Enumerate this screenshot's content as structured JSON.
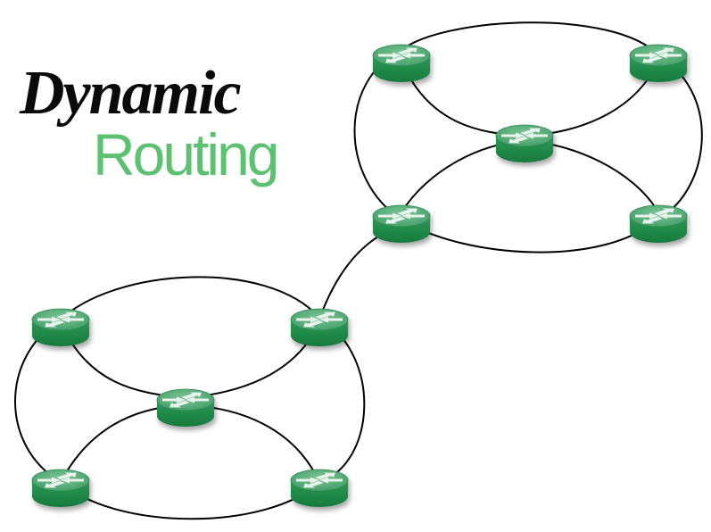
{
  "title": {
    "line1": "Dynamic",
    "line2": "Routing"
  },
  "colors": {
    "title_dark": "#0a0a0a",
    "title_green": "#5cc170",
    "router_top": "#5aa877",
    "router_side": "#1f8a4a",
    "router_arrow": "#e8f3ec",
    "link": "#000000"
  },
  "icons": {
    "router": "router-icon"
  },
  "networks": [
    {
      "id": "network-top",
      "routers": [
        "top-left",
        "top-right",
        "center",
        "bottom-left",
        "bottom-right"
      ]
    },
    {
      "id": "network-bottom",
      "routers": [
        "top-left",
        "top-right",
        "center",
        "bottom-left",
        "bottom-right"
      ]
    }
  ]
}
